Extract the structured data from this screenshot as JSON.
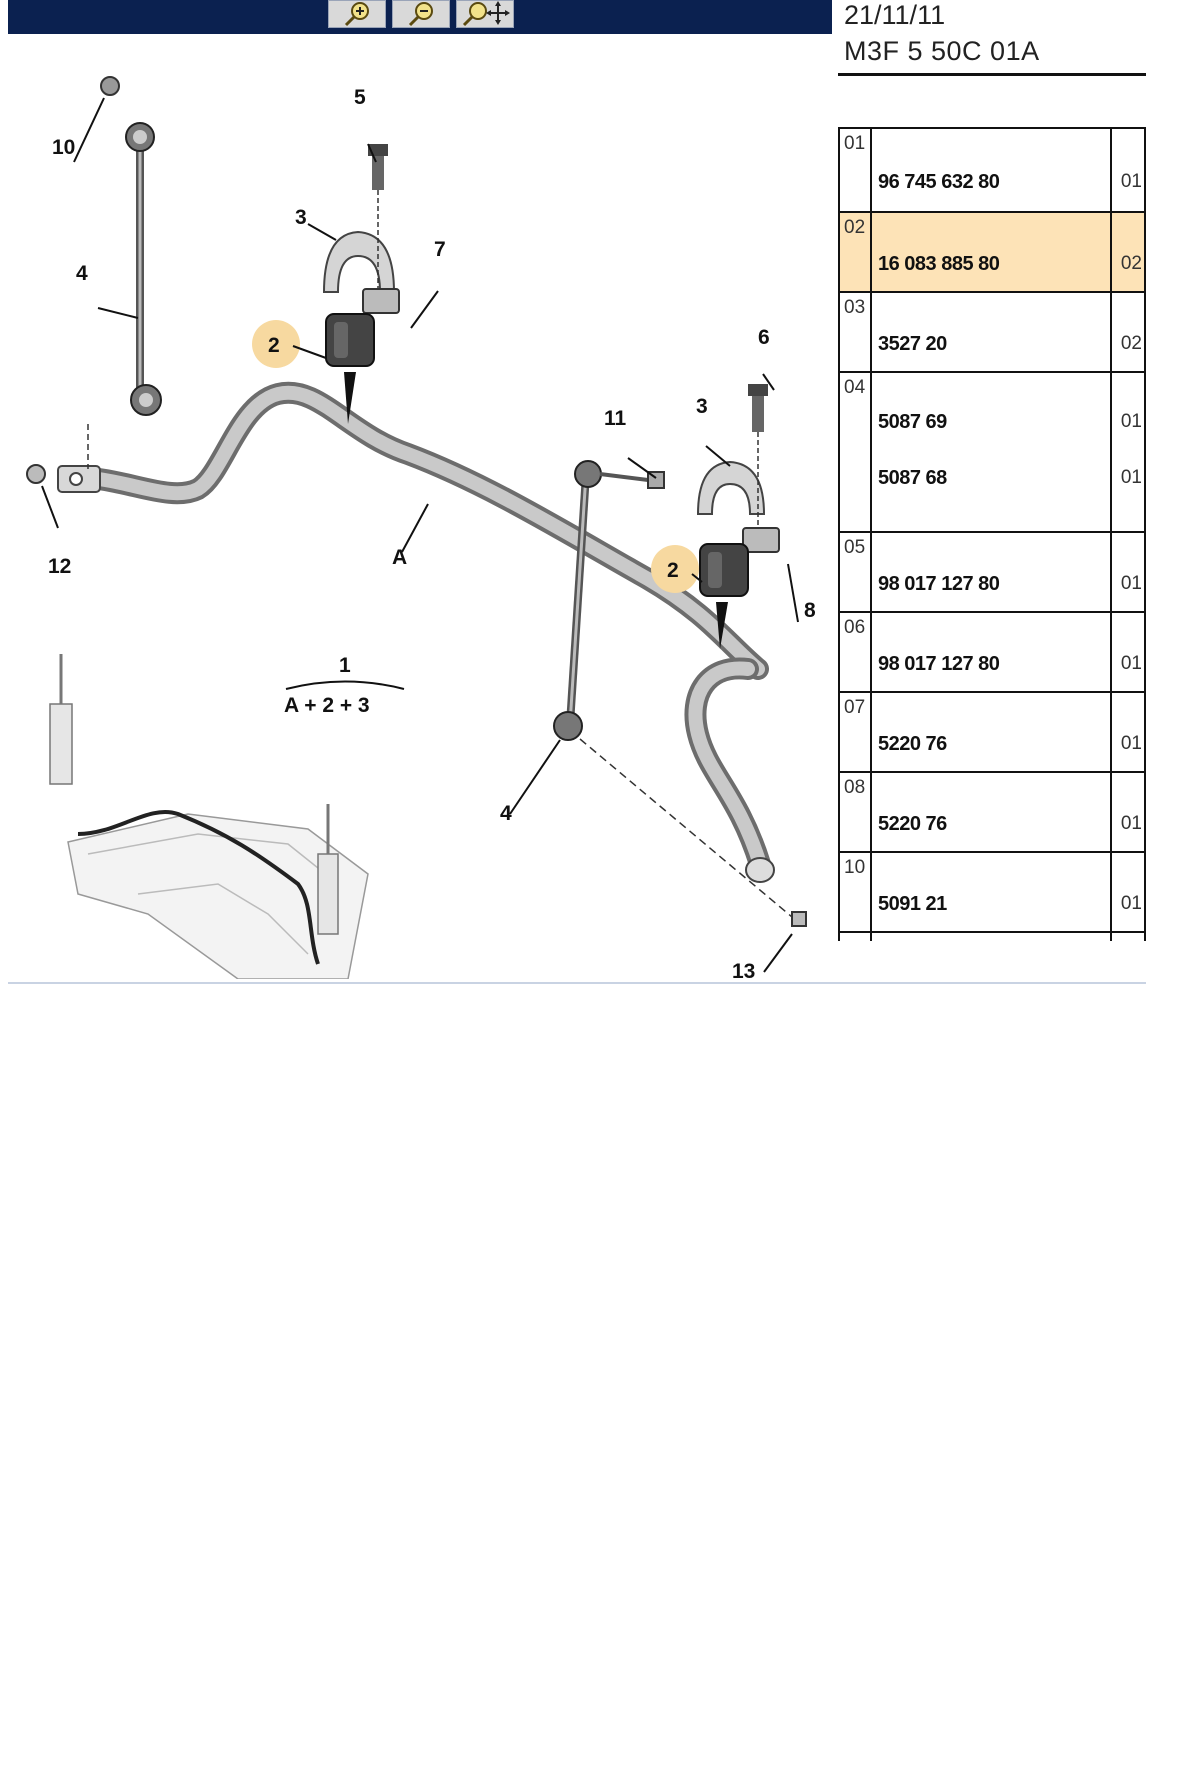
{
  "toolbar": {
    "buttons": [
      {
        "icon": "zoom-in-icon"
      },
      {
        "icon": "zoom-out-icon"
      },
      {
        "icon": "pan-zoom-icon"
      }
    ]
  },
  "diagram": {
    "callouts": {
      "c10": "10",
      "c5": "5",
      "c3a": "3",
      "c7": "7",
      "c4a": "4",
      "c2a": "2",
      "c6": "6",
      "c11": "11",
      "c3b": "3",
      "c12": "12",
      "cA": "A",
      "c2b": "2",
      "c8": "8",
      "c1": "1",
      "formula": "A + 2 + 3",
      "c4b": "4",
      "c13": "13"
    },
    "highlight_color": "#f7d9a0"
  },
  "panel": {
    "date": "21/11/11",
    "code": "M3F 5 50C 01A",
    "selected_color": "#fde3b7",
    "rows": [
      {
        "num": "01",
        "parts": [
          {
            "ref": "96 745 632 80",
            "qty": "01"
          }
        ]
      },
      {
        "num": "02",
        "selected": true,
        "parts": [
          {
            "ref": "16 083 885 80",
            "qty": "02"
          }
        ]
      },
      {
        "num": "03",
        "parts": [
          {
            "ref": "3527 20",
            "qty": "02"
          }
        ]
      },
      {
        "num": "04",
        "parts": [
          {
            "ref": "5087 69",
            "qty": "01"
          },
          {
            "ref": "5087 68",
            "qty": "01"
          }
        ]
      },
      {
        "num": "05",
        "parts": [
          {
            "ref": "98 017 127 80",
            "qty": "01"
          }
        ]
      },
      {
        "num": "06",
        "parts": [
          {
            "ref": "98 017 127 80",
            "qty": "01"
          }
        ]
      },
      {
        "num": "07",
        "parts": [
          {
            "ref": "5220 76",
            "qty": "01"
          }
        ]
      },
      {
        "num": "08",
        "parts": [
          {
            "ref": "5220 76",
            "qty": "01"
          }
        ]
      },
      {
        "num": "10",
        "parts": [
          {
            "ref": "5091 21",
            "qty": "01"
          }
        ]
      }
    ]
  }
}
